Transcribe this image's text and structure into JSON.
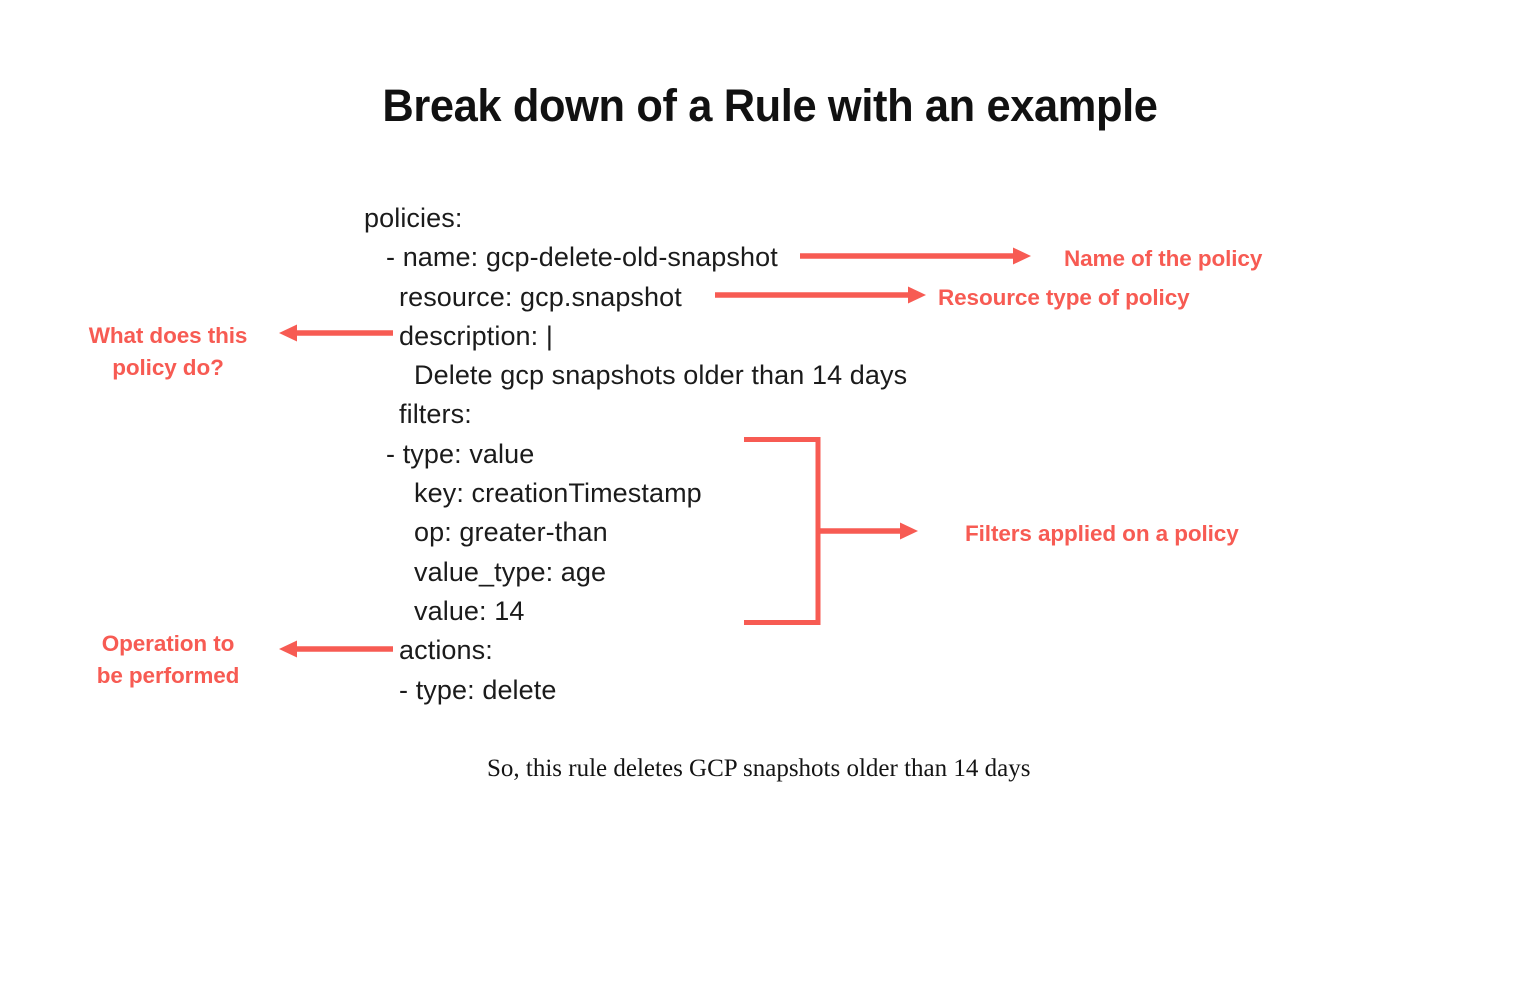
{
  "page": {
    "title": "Break down of a Rule with an example",
    "caption": "So, this rule deletes GCP snapshots older than 14 days",
    "background_color": "#FFFFFF",
    "text_color": "#1B1B1B",
    "accent_color": "#F75B53"
  },
  "yaml": {
    "lines": [
      {
        "indent": 0,
        "text": "policies:"
      },
      {
        "indent": 1,
        "text": "- name: gcp-delete-old-snapshot"
      },
      {
        "indent": 2,
        "text": "resource: gcp.snapshot"
      },
      {
        "indent": 2,
        "text": "description: |"
      },
      {
        "indent": 3,
        "text": "Delete gcp snapshots older than 14 days"
      },
      {
        "indent": 2,
        "text": "filters:"
      },
      {
        "indent": 1,
        "text": "- type: value"
      },
      {
        "indent": 3,
        "text": "key: creationTimestamp"
      },
      {
        "indent": 3,
        "text": "op: greater-than"
      },
      {
        "indent": 3,
        "text": "value_type: age"
      },
      {
        "indent": 3,
        "text": "value: 14"
      },
      {
        "indent": 2,
        "text": "actions:"
      },
      {
        "indent": 2,
        "text": "- type: delete"
      }
    ]
  },
  "annotations": {
    "name_of_policy": "Name of the policy",
    "resource_type": "Resource type of policy",
    "filters_applied": "Filters applied on a policy",
    "what_does_this_policy_do": "What does this\npolicy do?",
    "operation_to_be_performed": "Operation to\nbe performed"
  }
}
